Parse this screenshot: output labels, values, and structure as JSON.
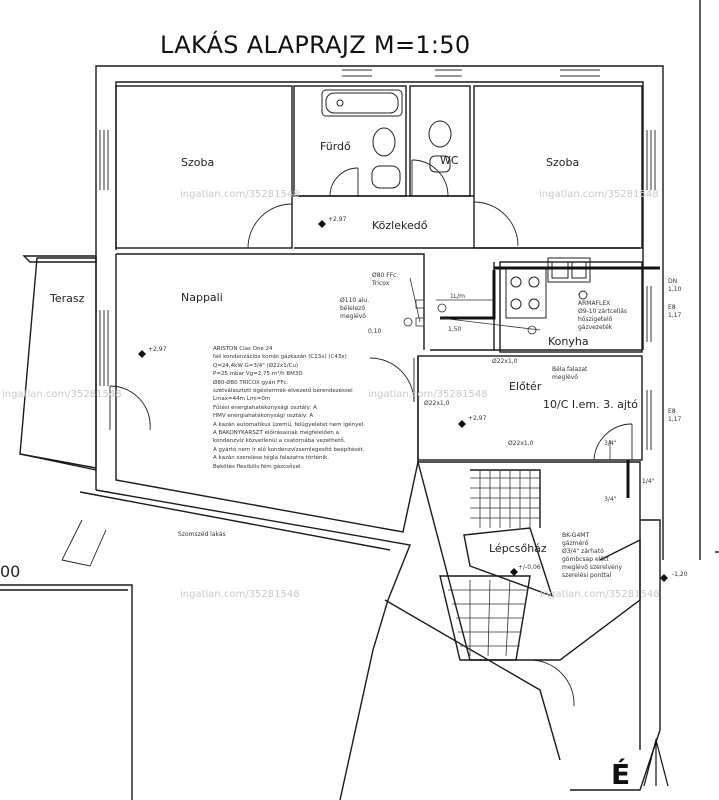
{
  "title": "LAKÁS ALAPRAJZ M=1:50",
  "rooms": {
    "szoba_left": "Szoba",
    "furdo": "Fürdő",
    "wc": "WC",
    "szoba_right": "Szoba",
    "kozlekedo": "Közlekedő",
    "terasz": "Terasz",
    "nappali": "Nappali",
    "konyha": "Konyha",
    "eloter": "Előtér",
    "lepcsohaz": "Lépcsőház",
    "apartment": "10/C I.em. 3. ajtó",
    "szomszed": "Szomszéd lakás"
  },
  "levels": {
    "kozlekedo": "+2,97",
    "nappali": "+2,97",
    "eloter": "+2,97",
    "lepcsohaz": "+/-0,06",
    "outside": "-1,20"
  },
  "watermark": "ingatlan.com/35281548",
  "north_label": "É",
  "edge_text": "00",
  "notes": [
    "ARISTON Clas One 24",
    "fali kondenzációs kombi gázkazán (C13x) (C43x)",
    "Q=24,4kW G=3/4\" (Ø22x1/Cu)",
    "P=25 mbar Vg=2,75 m³/h BM3D",
    "Ø80-Ø80 TRICOX gyári FFc.",
    "szétválasztott égéstermék-elvezető berendezéssel",
    "Lmax=44m Lmi=0m",
    "Fűtési energiahatékonysági osztály: A",
    "HMV energiahatékonysági osztály: A",
    "A kazán automatikus üzemű, felügyeletet nem igényel.",
    "A BAKONYKARSZT előírásainak megfelelően a",
    "kondenzvíz közvetlenül a csatornába vezethető.",
    "A gyártó nem ír elő kondenzvízsemlegesítő beépítését.",
    "A kazán szerelése tégla falazatra történik.",
    "Bekötés flexibilis fém gázcsővel."
  ],
  "annotations": {
    "ffc": [
      "Ø80 FFc.",
      "Tricox"
    ],
    "falialu": [
      "Ø110 alu.",
      "bélelező",
      "meglévő"
    ],
    "armaflex": "ARMAFLEX",
    "armaflex_sub": [
      "Ø9-10 zártcellás",
      "hőszigetelő",
      "gázvezeték"
    ],
    "pipe1": "1L/m",
    "pipe2": "Ø22x1,0",
    "pipe3": "Ø22x1,0",
    "pipe4": "Ø22x1,0",
    "kiskonyha": [
      "Béla falazat",
      "meglévő"
    ],
    "gazmero": [
      "BK-G4MT",
      "gázmérő",
      "Ø3/4\" zárható",
      "gömbcsap előtt",
      "meglévő szerelvény",
      "szerelési ponttal"
    ],
    "dn110": "DN",
    "v110": "1,10",
    "r1": "E8",
    "r2": "1,17",
    "r3": "E8",
    "r4": "1,17",
    "dim1": "0,10",
    "dim2": "1,50",
    "dim3": "3/4\"",
    "dim4": "3/4\"",
    "dim5": "1/4\""
  }
}
